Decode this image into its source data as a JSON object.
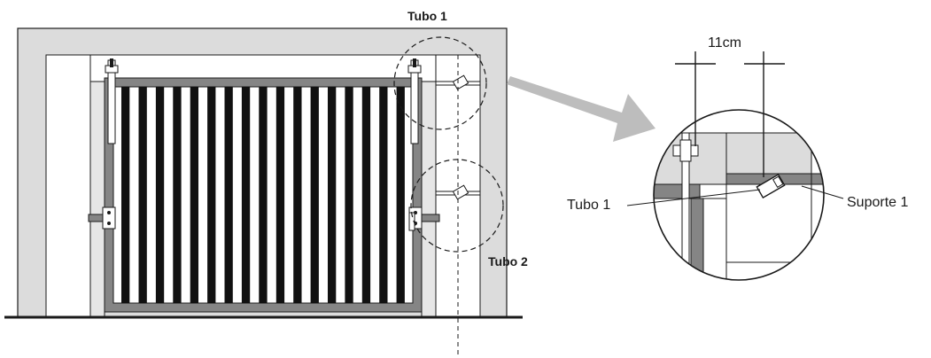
{
  "labels": {
    "tubo1_top": "Tubo 1",
    "tubo2": "Tubo 2",
    "dimension": "11cm",
    "tubo1_detail": "Tubo 1",
    "suporte1": "Suporte 1"
  },
  "colors": {
    "wall": "#dcdcdc",
    "frame": "#858585",
    "stroke": "#1a1a1a",
    "post": "#e6e6e6",
    "bar_white": "#ffffff",
    "bar_black": "#111111",
    "arrow": "#bdbdbd"
  }
}
